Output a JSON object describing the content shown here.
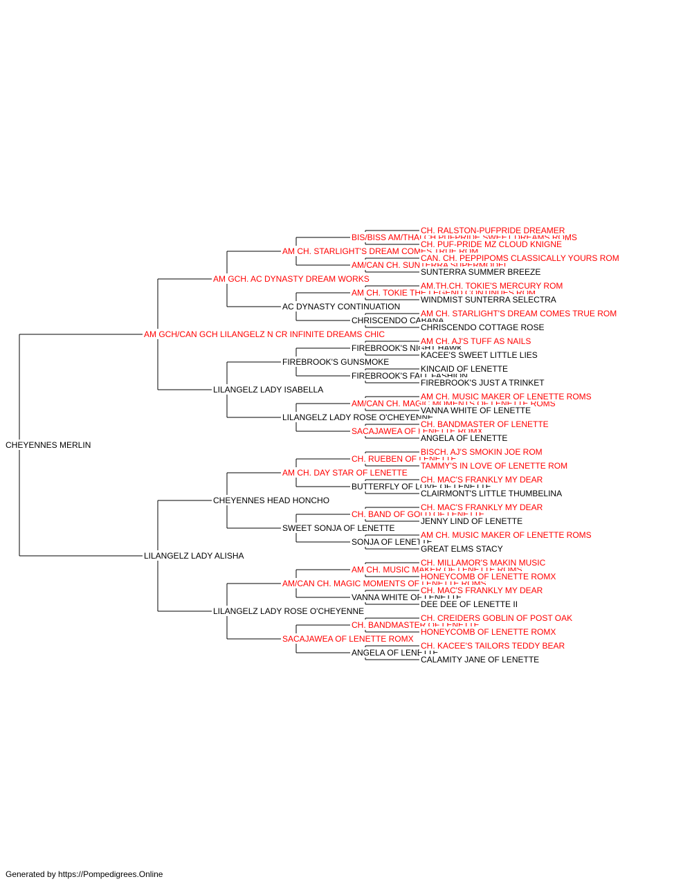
{
  "colors": {
    "champion": "#ff0000",
    "plain": "#000000",
    "line": "#000000"
  },
  "footer": "Generated by https://Pompedigrees.Online",
  "pedigree": {
    "name": "CHEYENNES MERLIN",
    "ch": false,
    "sire": {
      "name": "AM GCH/CAN GCH LILANGELZ N CR INFINITE DREAMS CHIC",
      "ch": true,
      "sire": {
        "name": "AM GCH. AC DYNASTY DREAM WORKS",
        "ch": true,
        "sire": {
          "name": "AM CH. STARLIGHT'S DREAM COMES TRUE ROM",
          "ch": true,
          "sire": {
            "name": "BIS/BISS AM/THAI CH PUFPRIDE SWEET DREAMS ROMS",
            "ch": true,
            "sire": {
              "name": "CH. RALSTON-PUFPRIDE DREAMER",
              "ch": true
            },
            "dam": {
              "name": "CH. PUF-PRIDE MZ CLOUD KNIGNE",
              "ch": true
            }
          },
          "dam": {
            "name": "AM/CAN CH. SUNTERRA SUPERMODEL",
            "ch": true,
            "sire": {
              "name": "CAN. CH. PEPPIPOMS CLASSICALLY YOURS ROM",
              "ch": true
            },
            "dam": {
              "name": "SUNTERRA SUMMER BREEZE",
              "ch": false
            }
          }
        },
        "dam": {
          "name": "AC DYNASTY CONTINUATION",
          "ch": false,
          "sire": {
            "name": "AM CH. TOKIE THE LEGEND CONTINUES ROM",
            "ch": true,
            "sire": {
              "name": "AM.TH.CH. TOKIE'S MERCURY ROM",
              "ch": true
            },
            "dam": {
              "name": "WINDMIST SUNTERRA SELECTRA",
              "ch": false
            }
          },
          "dam": {
            "name": "CHRISCENDO CABANA",
            "ch": false,
            "sire": {
              "name": "AM CH. STARLIGHT'S DREAM COMES TRUE ROM",
              "ch": true
            },
            "dam": {
              "name": "CHRISCENDO COTTAGE ROSE",
              "ch": false
            }
          }
        }
      },
      "dam": {
        "name": "LILANGELZ LADY ISABELLA",
        "ch": false,
        "sire": {
          "name": "FIREBROOK'S GUNSMOKE",
          "ch": false,
          "sire": {
            "name": "FIREBROOK'S NIGHT HAWK",
            "ch": false,
            "sire": {
              "name": "AM CH. AJ'S TUFF AS NAILS",
              "ch": true
            },
            "dam": {
              "name": "KACEE'S SWEET LITTLE LIES",
              "ch": false
            }
          },
          "dam": {
            "name": "FIREBROOK'S FALL FASHION",
            "ch": false,
            "sire": {
              "name": "KINCAID OF LENETTE",
              "ch": false
            },
            "dam": {
              "name": "FIREBROOK'S JUST A TRINKET",
              "ch": false
            }
          }
        },
        "dam": {
          "name": "LILANGELZ LADY ROSE O'CHEYENNE",
          "ch": false,
          "sire": {
            "name": "AM/CAN CH. MAGIC MOMENTS OF LENETTE ROMS",
            "ch": true,
            "sire": {
              "name": "AM CH. MUSIC MAKER OF LENETTE ROMS",
              "ch": true
            },
            "dam": {
              "name": "VANNA WHITE OF LENETTE",
              "ch": false
            }
          },
          "dam": {
            "name": "SACAJAWEA OF LENETTE ROMX",
            "ch": true,
            "sire": {
              "name": "CH. BANDMASTER OF LENETTE",
              "ch": true
            },
            "dam": {
              "name": "ANGELA OF LENETTE",
              "ch": false
            }
          }
        }
      }
    },
    "dam": {
      "name": "LILANGELZ LADY ALISHA",
      "ch": false,
      "sire": {
        "name": "CHEYENNES HEAD HONCHO",
        "ch": false,
        "sire": {
          "name": "AM CH. DAY STAR OF LENETTE",
          "ch": true,
          "sire": {
            "name": "CH. RUEBEN OF LENETTE",
            "ch": true,
            "sire": {
              "name": "BISCH. AJ'S SMOKIN JOE ROM",
              "ch": true
            },
            "dam": {
              "name": "TAMMY'S IN LOVE OF LENETTE ROM",
              "ch": true
            }
          },
          "dam": {
            "name": "BUTTERFLY OF LOVE OF LENETTE",
            "ch": false,
            "sire": {
              "name": "CH. MAC'S FRANKLY MY DEAR",
              "ch": true
            },
            "dam": {
              "name": "CLAIRMONT'S LITTLE THUMBELINA",
              "ch": false
            }
          }
        },
        "dam": {
          "name": "SWEET SONJA OF LENETTE",
          "ch": false,
          "sire": {
            "name": "CH. BAND OF GOLD OF LENETTE",
            "ch": true,
            "sire": {
              "name": "CH. MAC'S FRANKLY MY DEAR",
              "ch": true
            },
            "dam": {
              "name": "JENNY LIND OF LENETTE",
              "ch": false
            }
          },
          "dam": {
            "name": "SONJA OF LENETTE",
            "ch": false,
            "sire": {
              "name": "AM CH. MUSIC MAKER OF LENETTE ROMS",
              "ch": true
            },
            "dam": {
              "name": "GREAT ELMS STACY",
              "ch": false
            }
          }
        }
      },
      "dam": {
        "name": "LILANGELZ LADY ROSE O'CHEYENNE",
        "ch": false,
        "sire": {
          "name": "AM/CAN CH. MAGIC MOMENTS OF LENETTE ROMS",
          "ch": true,
          "sire": {
            "name": "AM CH. MUSIC MAKER OF LENETTE ROMS",
            "ch": true,
            "sire": {
              "name": "CH. MILLAMOR'S MAKIN MUSIC",
              "ch": true
            },
            "dam": {
              "name": "HONEYCOMB OF LENETTE ROMX",
              "ch": true
            }
          },
          "dam": {
            "name": "VANNA WHITE OF LENETTE",
            "ch": false,
            "sire": {
              "name": "CH. MAC'S FRANKLY MY DEAR",
              "ch": true
            },
            "dam": {
              "name": "DEE DEE OF LENETTE II",
              "ch": false
            }
          }
        },
        "dam": {
          "name": "SACAJAWEA OF LENETTE ROMX",
          "ch": true,
          "sire": {
            "name": "CH. BANDMASTER OF LENETTE",
            "ch": true,
            "sire": {
              "name": "CH. CREIDERS GOBLIN OF POST OAK",
              "ch": true
            },
            "dam": {
              "name": "HONEYCOMB OF LENETTE ROMX",
              "ch": true
            }
          },
          "dam": {
            "name": "ANGELA OF LENETTE",
            "ch": false,
            "sire": {
              "name": "CH. KACEE'S TAILORS TEDDY BEAR",
              "ch": true
            },
            "dam": {
              "name": "CALAMITY JANE OF LENETTE",
              "ch": false
            }
          }
        }
      }
    }
  }
}
